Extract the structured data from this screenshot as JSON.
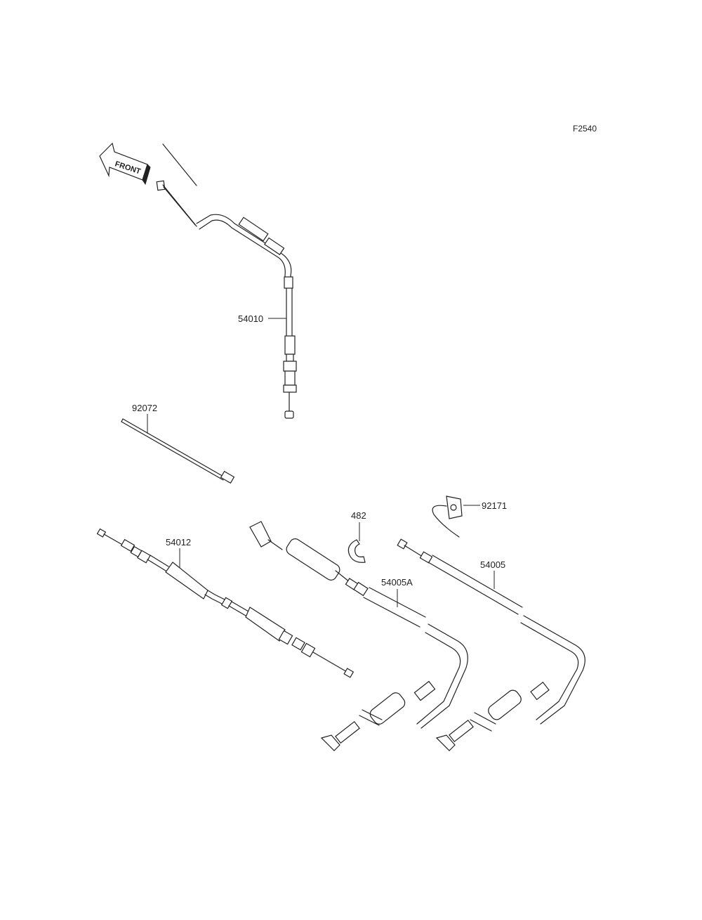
{
  "figure_code": "F2540",
  "front_arrow": {
    "text": "FRONT",
    "icon": "front-direction-arrow-icon"
  },
  "parts": [
    {
      "number": "54010"
    },
    {
      "number": "92072"
    },
    {
      "number": "54012"
    },
    {
      "number": "482"
    },
    {
      "number": "54005A"
    },
    {
      "number": "92171"
    },
    {
      "number": "54005"
    }
  ],
  "colors": {
    "line": "#222222",
    "background": "#ffffff"
  }
}
